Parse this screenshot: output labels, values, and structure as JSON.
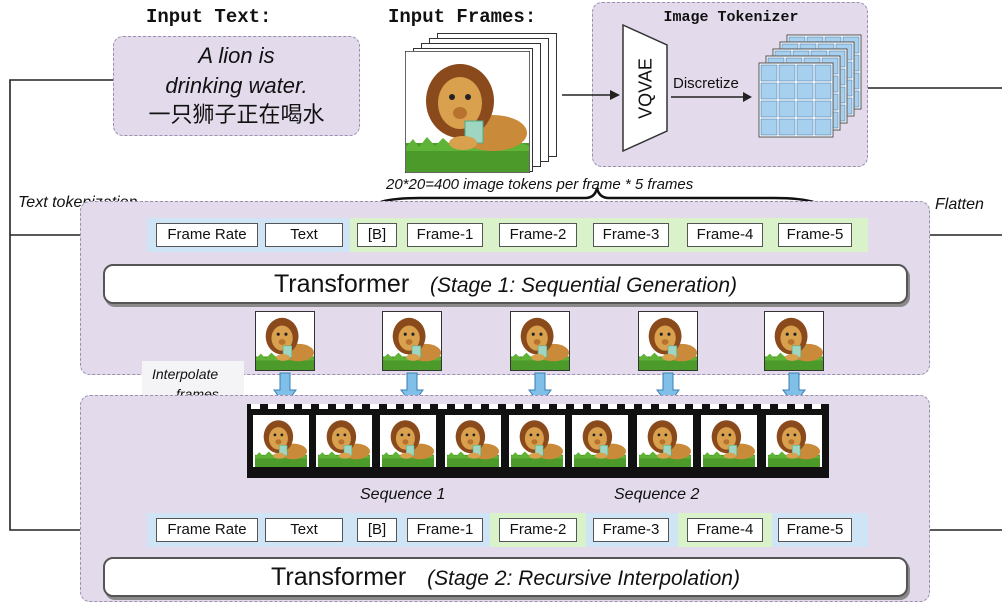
{
  "header": {
    "input_text_title": "Input Text:",
    "input_frames_title": "Input Frames:",
    "tokenizer_title": "Image Tokenizer"
  },
  "input_text": {
    "line1": "A lion is",
    "line2": "drinking water.",
    "line3": "一只狮子正在喝水"
  },
  "tokenizer": {
    "encoder": "VQVAE",
    "step": "Discretize"
  },
  "annotations": {
    "tokens_per_frame": "20*20=400 image tokens per frame  *  5 frames",
    "text_tokenization": "Text tokenization",
    "flatten": "Flatten",
    "interpolate_line1": "Interpolate",
    "interpolate_line2": "frames",
    "sequence1": "Sequence 1",
    "sequence2": "Sequence 2"
  },
  "stage1": {
    "tokens": [
      "Frame Rate",
      "Text",
      "[B]",
      "Frame-1",
      "Frame-2",
      "Frame-3",
      "Frame-4",
      "Frame-5"
    ],
    "transformer": "Transformer",
    "subtitle": "(Stage 1: Sequential Generation)"
  },
  "stage2": {
    "tokens": [
      "Frame Rate",
      "Text",
      "[B]",
      "Frame-1",
      "Frame-2",
      "Frame-3",
      "Frame-4",
      "Frame-5"
    ],
    "transformer": "Transformer",
    "subtitle": "(Stage 2: Recursive Interpolation)"
  },
  "colors": {
    "panel": "#e3dbec",
    "strip_blue": "#cfe5f5",
    "strip_green": "#d9f2c9",
    "arrow_blue": "#7fbfe8",
    "grid_cell": "#a7d0ee"
  }
}
